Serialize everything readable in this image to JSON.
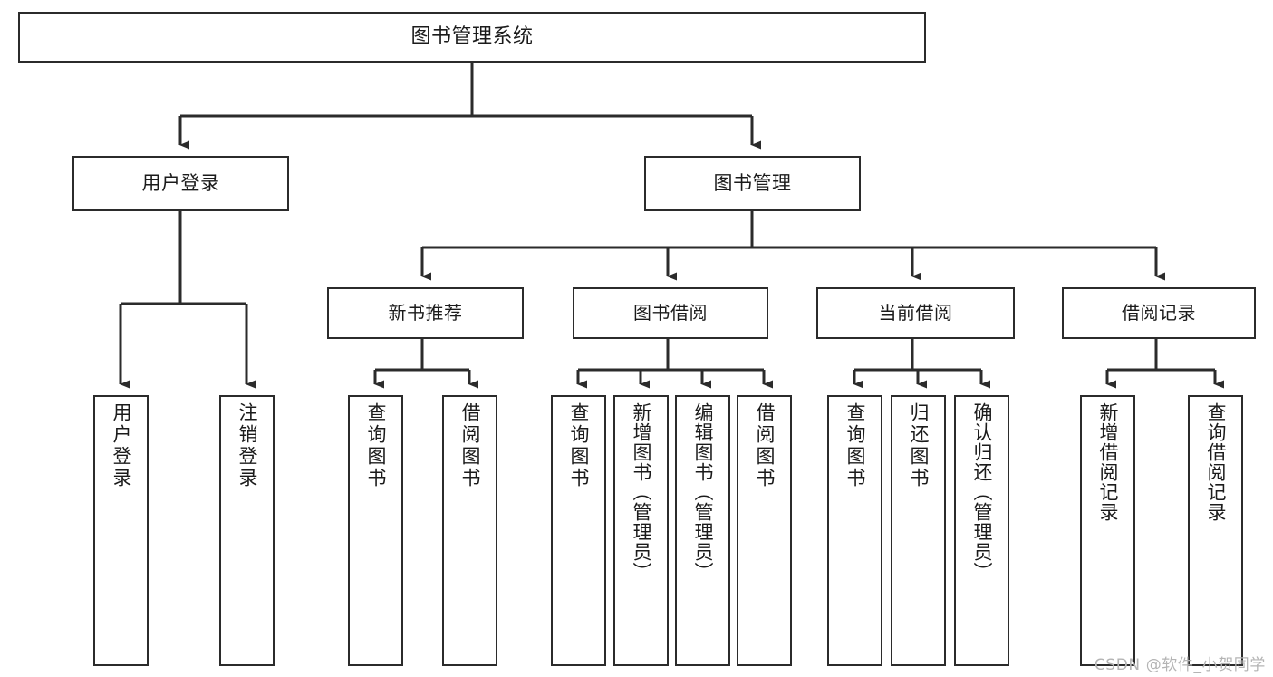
{
  "diagram": {
    "title": "图书管理系统",
    "type": "tree-hierarchy",
    "watermark": "CSDN @软件_小贺同学",
    "colors": {
      "background": "#ffffff",
      "box_border": "#2b2b2b",
      "box_fill": "#ffffff",
      "connector": "#2b2b2b",
      "text": "#1b1b1b",
      "watermark": "#b4b4b4"
    },
    "root": {
      "label": "图书管理系统"
    },
    "level1": [
      {
        "label": "用户登录"
      },
      {
        "label": "图书管理"
      }
    ],
    "level2": [
      {
        "label": "新书推荐"
      },
      {
        "label": "图书借阅"
      },
      {
        "label": "当前借阅"
      },
      {
        "label": "借阅记录"
      }
    ],
    "leaves": {
      "user_login": [
        {
          "label": "用户登录"
        },
        {
          "label": "注销登录"
        }
      ],
      "new_book_recommend": [
        {
          "label": "查询图书"
        },
        {
          "label": "借阅图书"
        }
      ],
      "book_borrow": [
        {
          "label": "查询图书"
        },
        {
          "label": "新增图书（管理员）"
        },
        {
          "label": "编辑图书（管理员）"
        },
        {
          "label": "借阅图书"
        }
      ],
      "current_borrow": [
        {
          "label": "查询图书"
        },
        {
          "label": "归还图书"
        },
        {
          "label": "确认归还（管理员）"
        }
      ],
      "borrow_record": [
        {
          "label": "新增借阅记录"
        },
        {
          "label": "查询借阅记录"
        }
      ]
    }
  }
}
